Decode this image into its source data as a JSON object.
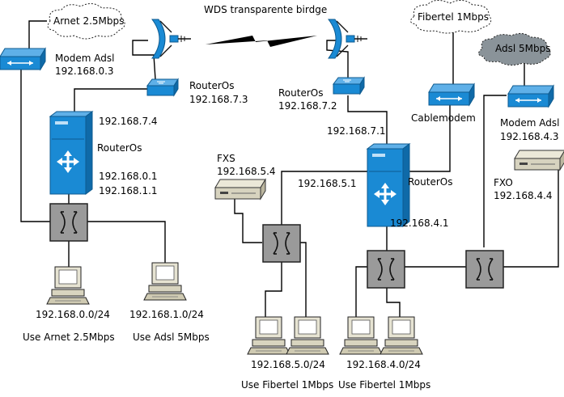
{
  "clouds": {
    "arnet": "Arnet 2.5Mbps",
    "fibertel": "Fibertel 1Mbps",
    "adsl": "Adsl 5Mbps"
  },
  "wds_label": "WDS transparente birdge",
  "labels": {
    "modem_adsl_left": "Modem Adsl",
    "modem_adsl_left_ip": "192.168.0.3",
    "router_left_name": "RouterOs",
    "router_left_ip": "192.168.7.3",
    "router_mid_name": "RouterOs",
    "router_mid_ip": "192.168.7.2",
    "server_left_ip_top": "192.168.7.4",
    "server_left_name": "RouterOs",
    "server_left_ip_a": "192.168.0.1",
    "server_left_ip_b": "192.168.1.1",
    "server_right_ip_top": "192.168.7.1",
    "server_right_name": "RouterOs",
    "server_right_ip_left": "192.168.5.1",
    "server_right_ip_bottom": "192.168.4.1",
    "cablemodem": "Cablemodem",
    "modem_adsl_right": "Modem Adsl",
    "modem_adsl_right_ip": "192.168.4.3",
    "fxs": "FXS",
    "fxs_ip": "192.168.5.4",
    "fxo": "FXO",
    "fxo_ip": "192.168.4.4",
    "net_0": "192.168.0.0/24",
    "net_1": "192.168.1.0/24",
    "net_5": "192.168.5.0/24",
    "net_4": "192.168.4.0/24",
    "use_arnet": "Use Arnet 2.5Mbps",
    "use_adsl": "Use Adsl 5Mbps",
    "use_fibertel_1": "Use Fibertel 1Mbps",
    "use_fibertel_2": "Use Fibertel 1Mbps"
  },
  "colors": {
    "network_blue": "#1a8ad4",
    "switch_gray": "#9a9a9a",
    "cloud_gray": "#8a9399",
    "cloud_white": "#ffffff"
  }
}
